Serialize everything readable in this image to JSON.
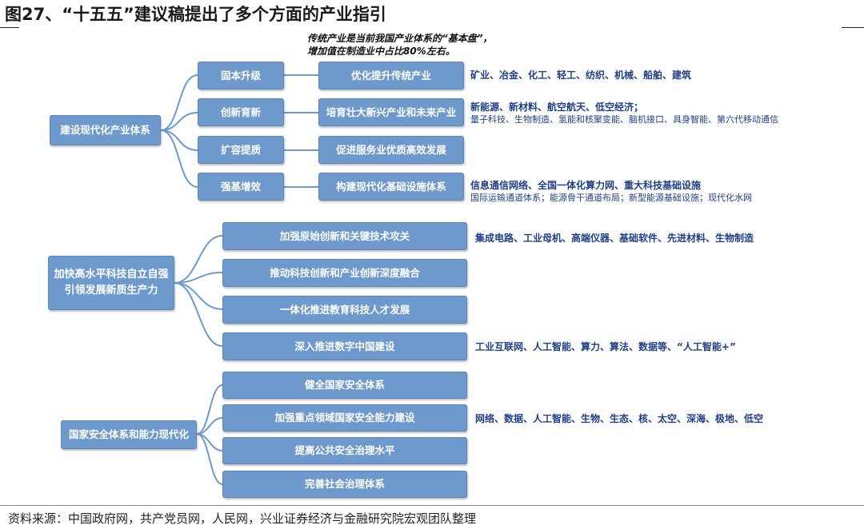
{
  "title": "图27、“十五五”建议稿提出了多个方面的产业指引",
  "note": [
    "传统产业是当前我国产业体系的“基本盘”，",
    "增加值在制造业中占比80%左右。"
  ],
  "sections": [
    {
      "name": "建设现代化产业体系",
      "items": [
        {
          "tag": "固本升级",
          "action": "优化提升传统产业",
          "detail": [
            "矿业、冶金、化工、轻工、纺织、机械、船舶、建筑"
          ]
        },
        {
          "tag": "创新育新",
          "action": "培育壮大新兴产业和未来产业",
          "detail": [
            "新能源、新材料、航空航天、低空经济；",
            "量子科技、生物制造、氢能和核聚变能、脑机接口、具身智能、第六代移动通信"
          ]
        },
        {
          "tag": "扩容提质",
          "action": "促进服务业优质高效发展",
          "detail": []
        },
        {
          "tag": "强基增效",
          "action": "构建现代化基础设施体系",
          "detail": [
            "信息通信网络、全国一体化算力网、重大科技基础设施",
            "国际运输通道体系；能源骨干通道布局；新型能源基础设施；现代化水网"
          ]
        }
      ]
    },
    {
      "name": "加快高水平科技自立自强引领发展新质生产力",
      "name_lines": [
        "加快高水平科技自立自强",
        "引领发展新质生产力"
      ],
      "items": [
        {
          "action": "加强原始创新和关键技术攻关",
          "detail": "集成电路、工业母机、高端仪器、基础软件、先进材料、生物制造"
        },
        {
          "action": "推动科技创新和产业创新深度融合",
          "detail": ""
        },
        {
          "action": "一体化推进教育科技人才发展",
          "detail": ""
        },
        {
          "action": "深入推进数字中国建设",
          "detail": "工业互联网、人工智能、算力、算法、数据等、“人工智能+”"
        }
      ]
    },
    {
      "name": "国家安全体系和能力现代化",
      "items": [
        {
          "action": "健全国家安全体系",
          "detail": ""
        },
        {
          "action": "加强重点领域国家安全能力建设",
          "detail": "网络、数据、人工智能、生物、生态、核、太空、深海、极地、低空"
        },
        {
          "action": "提高公共安全治理水平",
          "detail": ""
        },
        {
          "action": "完善社会治理体系",
          "detail": ""
        }
      ]
    }
  ],
  "source": "资料来源：中国政府网，共产党员网，人民网，兴业证券经济与金融研究院宏观团队整理",
  "colors": {
    "box": "#6d99cc",
    "detail_text": "#1f3f86"
  }
}
